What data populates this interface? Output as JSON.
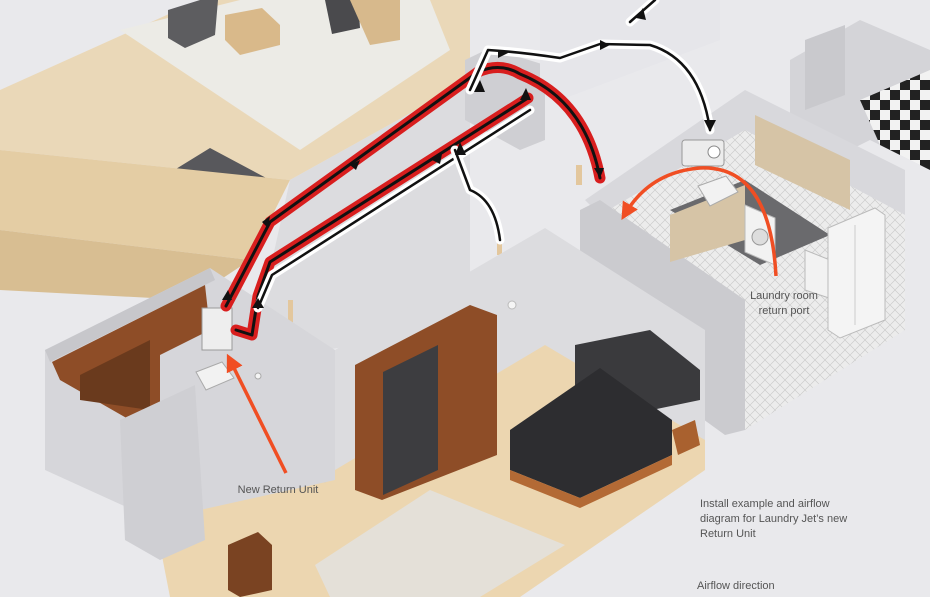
{
  "labels": {
    "laundry_room_return_port": "Laundry room\nreturn port",
    "new_return_unit": "New Return Unit",
    "caption": "Install example and airflow diagram for Laundry Jet’s new Return Unit",
    "airflow_direction": "Airflow direction"
  },
  "colors": {
    "duct_red": "#d81e1e",
    "duct_black": "#111111",
    "arrow_orange": "#f04e23",
    "wall": "#d9d9dc",
    "floor_wood": "#e8d2ad",
    "rug": "#6a6a6e",
    "bed": "#2c2c2e",
    "wardrobe": "#8a4a25"
  },
  "icons": [
    "laundry-jet-unit-icon",
    "return-unit-icon",
    "laundry-basket-icon",
    "washer-icon",
    "refrigerator-icon"
  ]
}
